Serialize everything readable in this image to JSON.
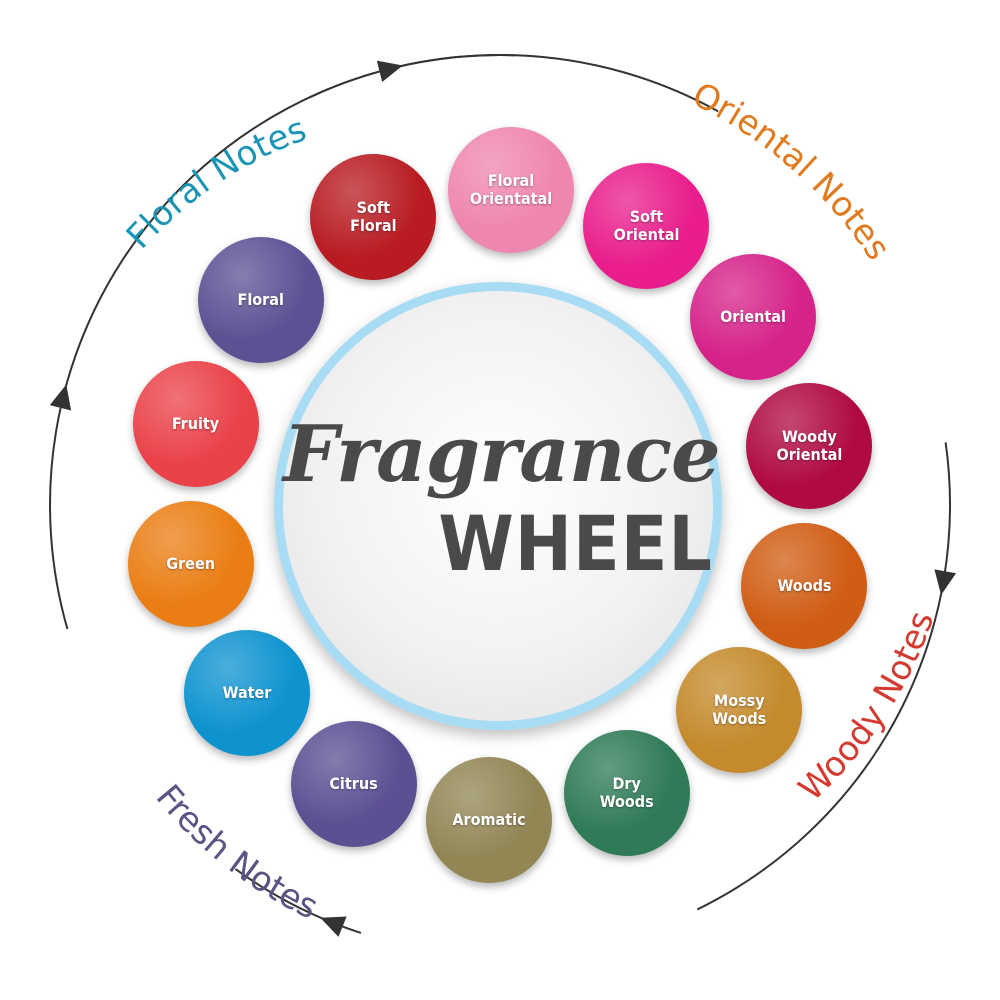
{
  "title": {
    "script": "Fragrance",
    "block": "WHEEL"
  },
  "families": [
    {
      "name": "Floral Notes",
      "color": "#1b95b5"
    },
    {
      "name": "Oriental Notes",
      "color": "#e07a1f"
    },
    {
      "name": "Woody Notes",
      "color": "#d43a2f"
    },
    {
      "name": "Fresh Notes",
      "color": "#5a5485"
    }
  ],
  "bubbles": [
    {
      "label": "Floral\nOrientatal",
      "color": "#ef86b0"
    },
    {
      "label": "Soft\nOriental",
      "color": "#e91e8c"
    },
    {
      "label": "Oriental",
      "color": "#d6238a"
    },
    {
      "label": "Woody\nOriental",
      "color": "#b00a44"
    },
    {
      "label": "Woods",
      "color": "#d05d14"
    },
    {
      "label": "Mossy\nWoods",
      "color": "#c48a2c"
    },
    {
      "label": "Dry\nWoods",
      "color": "#2f7a57"
    },
    {
      "label": "Aromatic",
      "color": "#918654"
    },
    {
      "label": "Citrus",
      "color": "#5c4f92"
    },
    {
      "label": "Water",
      "color": "#0e93cf"
    },
    {
      "label": "Green",
      "color": "#ea7e14"
    },
    {
      "label": "Fruity",
      "color": "#ea4249"
    },
    {
      "label": "Floral",
      "color": "#5d5194"
    },
    {
      "label": "Soft\nFloral",
      "color": "#b81c22"
    }
  ],
  "arrow_color": "#333333",
  "ring_color": "#a8dcf5"
}
